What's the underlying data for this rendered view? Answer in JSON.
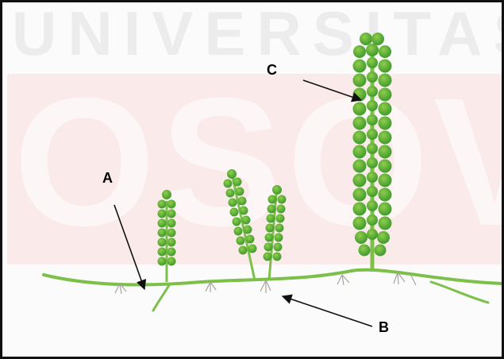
{
  "watermark": {
    "top_text": "UNIVERSITAS",
    "center_text": "OSOVA"
  },
  "labels": {
    "a": "A",
    "b": "B",
    "c": "C"
  },
  "colors": {
    "leaf_light": "#8fce4a",
    "leaf_dark": "#3f9a2e",
    "stem": "#7cc04a",
    "arrow": "#111111",
    "watermark_text": "#ececec",
    "watermark_band": "#fbeaea",
    "frame": "#111111"
  },
  "icons": {
    "arrow_a": "arrow-icon",
    "arrow_b": "arrow-icon",
    "arrow_c": "arrow-icon"
  }
}
